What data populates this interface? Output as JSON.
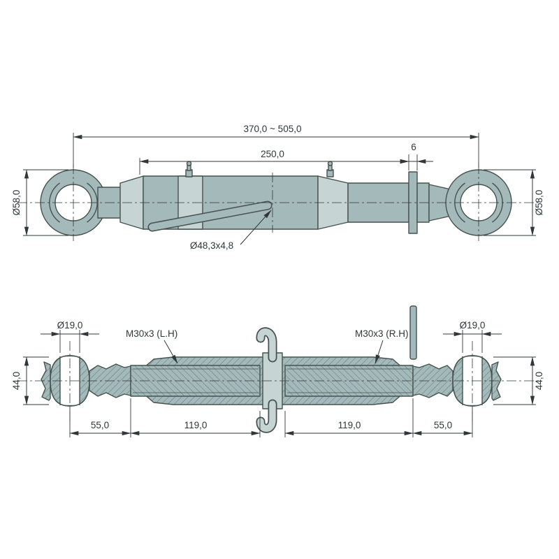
{
  "colors": {
    "part_fill": "#a4b9ba",
    "part_fill_light": "#c7d4d4",
    "outline": "#45524f",
    "dimension": "#30373a",
    "hatch_line": "#5f7678",
    "background": "#ffffff"
  },
  "top_view": {
    "overall_length": "370,0 ~ 505,0",
    "body_length": "250,0",
    "washer_thickness": "6",
    "eye_diameter_left": "Ø58,0",
    "eye_diameter_right": "Ø58,0",
    "tube_spec": "Ø48,3x4,8"
  },
  "section_view": {
    "pin_hole_left": "Ø19,0",
    "pin_hole_right": "Ø19,0",
    "thread_left": "M30x3 (L.H)",
    "thread_right": "M30x3 (R.H)",
    "ball_height_left": "44,0",
    "ball_height_right": "44,0",
    "segment_left_outer": "55,0",
    "segment_left_inner": "119,0",
    "segment_right_inner": "119,0",
    "segment_right_outer": "55,0"
  }
}
